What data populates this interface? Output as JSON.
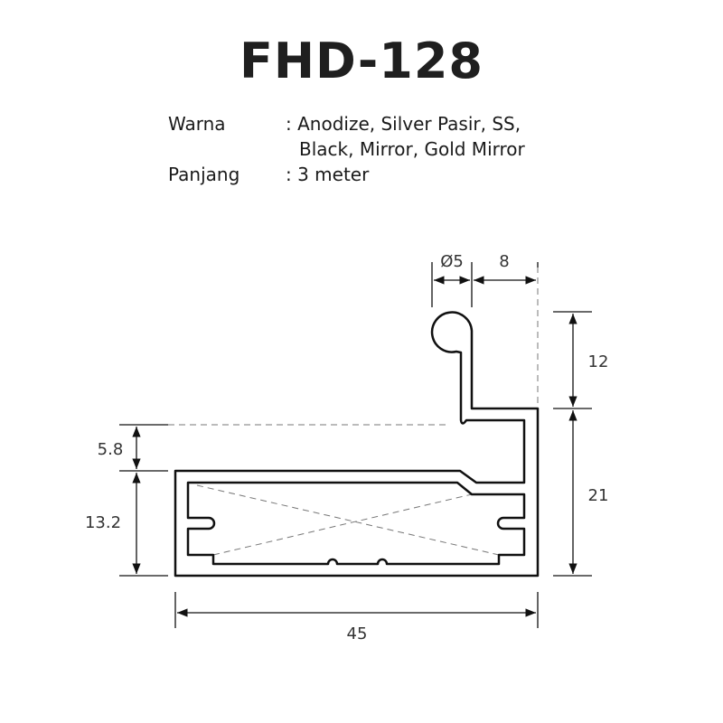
{
  "title": "FHD-128",
  "specs": [
    {
      "label": "Warna",
      "value_line1": ": Anodize, Silver Pasir, SS,",
      "value_line2": "Black, Mirror, Gold Mirror"
    },
    {
      "label": "Panjang",
      "value_line1": ": 3 meter"
    }
  ],
  "dimensions": {
    "diameter": "Ø5",
    "hook_offset": "8",
    "hook_height": "12",
    "total_height": "21",
    "gap": "5.8",
    "body_height": "13.2",
    "width": "45"
  },
  "colors": {
    "line": "#111111",
    "dash": "#777777"
  }
}
